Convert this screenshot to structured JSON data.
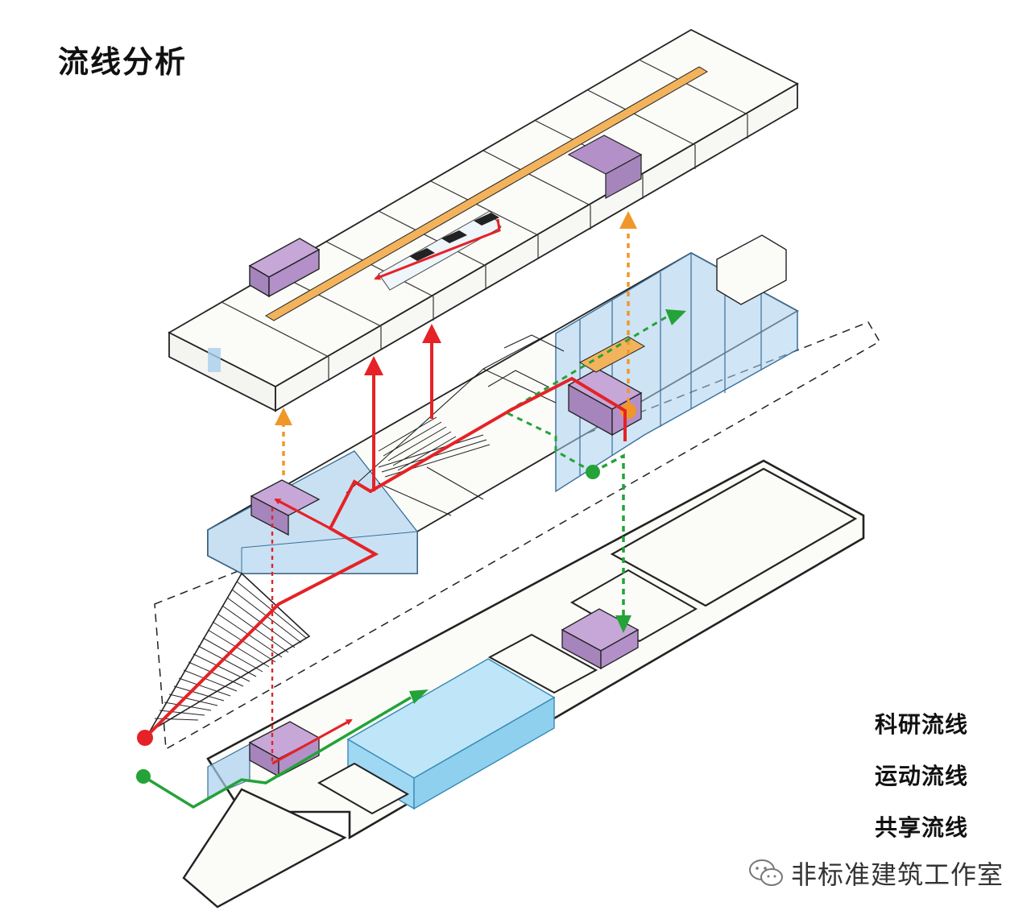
{
  "title": "流线分析",
  "legend": [
    {
      "label": "科研流线",
      "color": "#e52226"
    },
    {
      "label": "运动流线",
      "color": "#23a338"
    },
    {
      "label": "共享流线",
      "color": "#f0972a"
    }
  ],
  "watermark": {
    "text": "非标准建筑工作室",
    "icon": "wechat-icon"
  },
  "colors": {
    "research": "#e52226",
    "sport": "#23a338",
    "shared": "#f0972a",
    "core": "#b390c8",
    "glass": "#a9cfee",
    "pool": "#9fd8f3",
    "slab": "#fbfbf8",
    "line": "#222222"
  }
}
